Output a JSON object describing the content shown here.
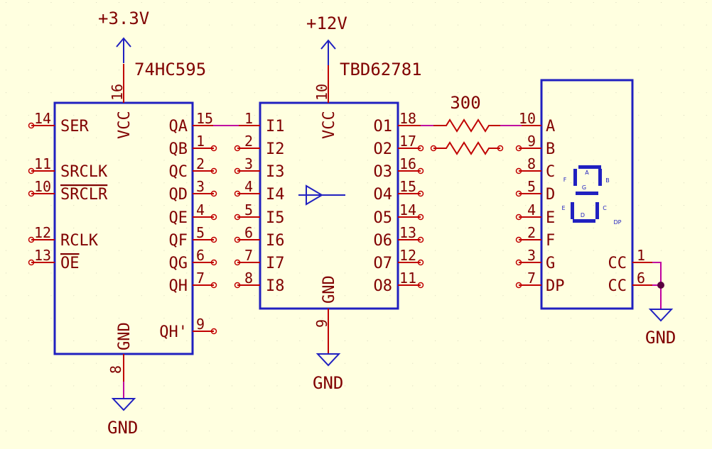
{
  "title": "",
  "power": {
    "vcc1": "+3.3V",
    "vcc2": "+12V",
    "gnd1": "GND",
    "gnd2": "GND",
    "gnd3": "GND"
  },
  "components": {
    "u1": {
      "ref": "74HC595",
      "left_pins": [
        {
          "num": "14",
          "name": "SER",
          "overbar": false
        },
        {
          "num": "11",
          "name": "SRCLK",
          "overbar": false
        },
        {
          "num": "10",
          "name": "SRCLR",
          "overbar": true
        },
        {
          "num": "12",
          "name": "RCLK",
          "overbar": false
        },
        {
          "num": "13",
          "name": "OE",
          "overbar": true
        }
      ],
      "right_pins": [
        {
          "num": "15",
          "name": "QA"
        },
        {
          "num": "1",
          "name": "QB"
        },
        {
          "num": "2",
          "name": "QC"
        },
        {
          "num": "3",
          "name": "QD"
        },
        {
          "num": "4",
          "name": "QE"
        },
        {
          "num": "5",
          "name": "QF"
        },
        {
          "num": "6",
          "name": "QG"
        },
        {
          "num": "7",
          "name": "QH"
        },
        {
          "num": "9",
          "name": "QH'"
        }
      ],
      "top_pin": {
        "num": "16",
        "name": "VCC"
      },
      "bottom_pin": {
        "num": "8",
        "name": "GND"
      }
    },
    "u2": {
      "ref": "TBD62781",
      "inputs": [
        {
          "num": "1",
          "name": "I1"
        },
        {
          "num": "2",
          "name": "I2"
        },
        {
          "num": "3",
          "name": "I3"
        },
        {
          "num": "4",
          "name": "I4"
        },
        {
          "num": "5",
          "name": "I5"
        },
        {
          "num": "6",
          "name": "I6"
        },
        {
          "num": "7",
          "name": "I7"
        },
        {
          "num": "8",
          "name": "I8"
        }
      ],
      "outputs": [
        {
          "num": "18",
          "name": "O1"
        },
        {
          "num": "17",
          "name": "O2"
        },
        {
          "num": "16",
          "name": "O3"
        },
        {
          "num": "15",
          "name": "O4"
        },
        {
          "num": "14",
          "name": "O5"
        },
        {
          "num": "13",
          "name": "O6"
        },
        {
          "num": "12",
          "name": "O7"
        },
        {
          "num": "11",
          "name": "O8"
        }
      ],
      "top_pin": {
        "num": "10",
        "name": "VCC"
      },
      "bottom_pin": {
        "num": "9",
        "name": "GND"
      }
    },
    "resistor": {
      "value": "300"
    },
    "display": {
      "left_pins": [
        {
          "num": "10",
          "name": "A"
        },
        {
          "num": "9",
          "name": "B"
        },
        {
          "num": "8",
          "name": "C"
        },
        {
          "num": "5",
          "name": "D"
        },
        {
          "num": "4",
          "name": "E"
        },
        {
          "num": "2",
          "name": "F"
        },
        {
          "num": "3",
          "name": "G"
        },
        {
          "num": "7",
          "name": "DP"
        }
      ],
      "right_pins": [
        {
          "num": "1",
          "name": "CC"
        },
        {
          "num": "6",
          "name": "CC"
        }
      ],
      "segment_labels": [
        "A",
        "B",
        "C",
        "D",
        "E",
        "F",
        "G",
        "DP"
      ]
    }
  }
}
